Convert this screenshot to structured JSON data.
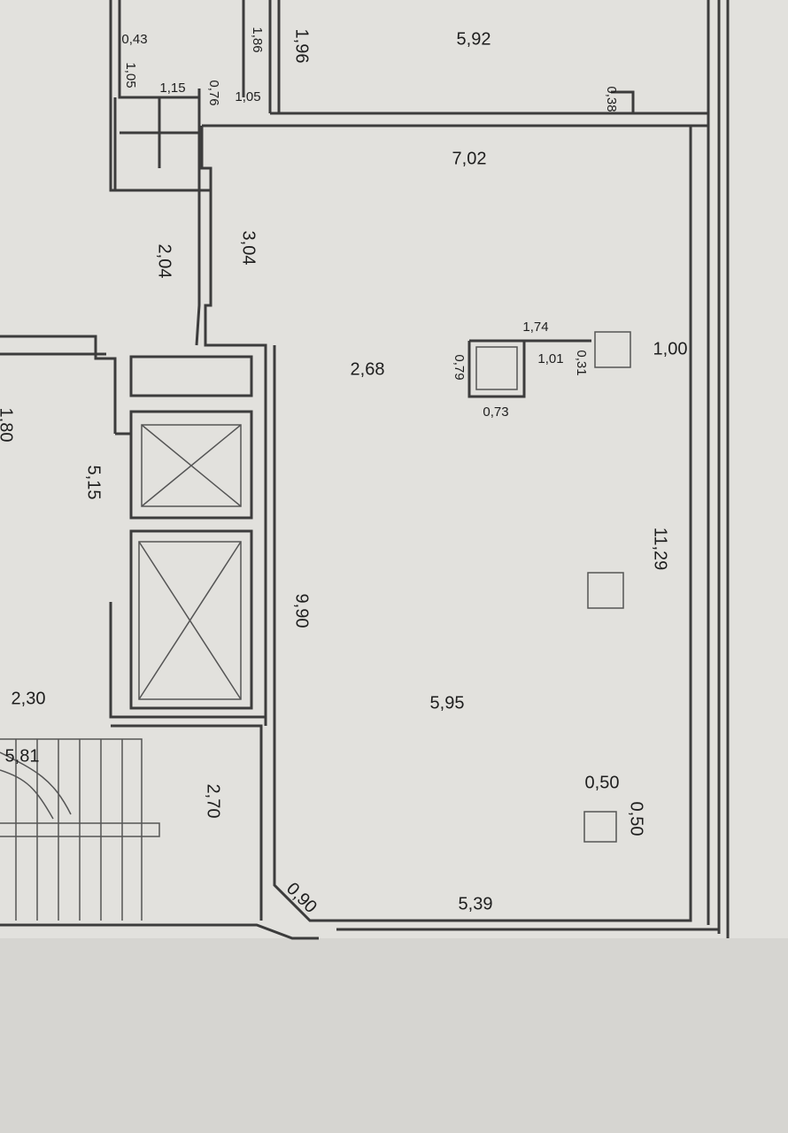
{
  "dimensions": [
    "5,92",
    "1,96",
    "1,86",
    "0,43",
    "1,05",
    "1,15",
    "0,76",
    "1,05",
    "0,38",
    "7,02",
    "3,04",
    "2,04",
    "2,68",
    "1,74",
    "0,79",
    "0,73",
    "1,01",
    "0,31",
    "1,00",
    "1,80",
    "5,15",
    "11,29",
    "9,90",
    "2,30",
    "5,95",
    "5,81",
    "2,70",
    "0,50",
    "0,50",
    "0,90",
    "5,39"
  ]
}
